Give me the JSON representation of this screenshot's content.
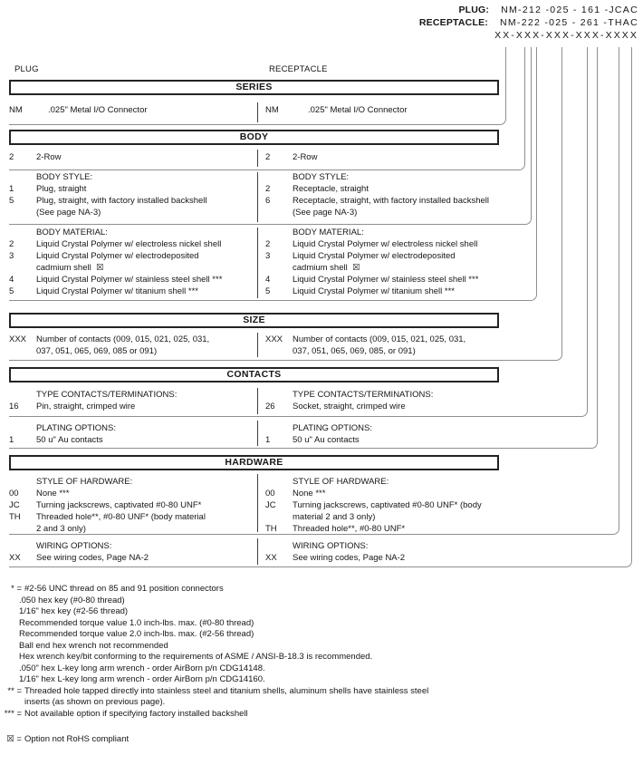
{
  "header": {
    "plug_label": "PLUG:",
    "plug_value": "NM-212 -025 - 161 -JCAC",
    "receptacle_label": "RECEPTACLE:",
    "receptacle_value": "NM-222 -025 - 261 -THAC",
    "mask": "XX-XXX-XXX-XXX-XXXX"
  },
  "columns": {
    "left": "PLUG",
    "right": "RECEPTACLE"
  },
  "series": {
    "title": "SERIES",
    "left": {
      "code": "NM",
      "desc": ".025\" Metal I/O Connector"
    },
    "right": {
      "code": "NM",
      "desc": ".025\" Metal I/O Connector"
    }
  },
  "body": {
    "title": "BODY",
    "row_left_code": "2",
    "row_left_desc": "2-Row",
    "row_right_code": "2",
    "row_right_desc": "2-Row",
    "style_heading": "BODY STYLE:",
    "style_left": [
      {
        "code": "1",
        "desc": "Plug, straight"
      },
      {
        "code": "5",
        "desc": "Plug, straight, with factory installed backshell"
      },
      {
        "code": "",
        "desc": "(See page NA-3)"
      }
    ],
    "style_right": [
      {
        "code": "2",
        "desc": "Receptacle, straight"
      },
      {
        "code": "6",
        "desc": "Receptacle, straight, with factory installed backshell"
      },
      {
        "code": "",
        "desc": "(See page NA-3)"
      }
    ],
    "material_heading": "BODY MATERIAL:",
    "material_left": [
      {
        "code": "2",
        "desc": "Liquid Crystal Polymer w/ electroless nickel shell"
      },
      {
        "code": "3",
        "desc": "Liquid Crystal Polymer w/ electrodeposited"
      },
      {
        "code": "",
        "desc": "cadmium shell  ☒"
      },
      {
        "code": "4",
        "desc": "Liquid Crystal Polymer w/ stainless steel shell ***"
      },
      {
        "code": "5",
        "desc": "Liquid Crystal Polymer w/ titanium shell ***"
      }
    ],
    "material_right": [
      {
        "code": "2",
        "desc": "Liquid Crystal Polymer w/ electroless nickel shell"
      },
      {
        "code": "3",
        "desc": "Liquid Crystal Polymer w/ electrodeposited"
      },
      {
        "code": "",
        "desc": "cadmium shell  ☒"
      },
      {
        "code": "4",
        "desc": "Liquid Crystal Polymer w/ stainless steel shell ***"
      },
      {
        "code": "5",
        "desc": "Liquid Crystal Polymer w/ titanium shell ***"
      }
    ]
  },
  "size": {
    "title": "SIZE",
    "left_code": "XXX",
    "left_line1": "Number of contacts (009, 015, 021, 025, 031,",
    "left_line2": "037, 051, 065, 069, 085 or 091)",
    "right_code": "XXX",
    "right_line1": "Number of contacts (009, 015, 021, 025, 031,",
    "right_line2": "037, 051, 065, 069, 085, or 091)"
  },
  "contacts": {
    "title": "CONTACTS",
    "type_heading": "TYPE CONTACTS/TERMINATIONS:",
    "type_left_code": "16",
    "type_left_desc": "Pin, straight, crimped wire",
    "type_right_code": "26",
    "type_right_desc": "Socket, straight, crimped wire",
    "plating_heading": "PLATING OPTIONS:",
    "plating_left_code": "1",
    "plating_left_desc": "50 u\" Au contacts",
    "plating_right_code": "1",
    "plating_right_desc": "50 u\" Au contacts"
  },
  "hardware": {
    "title": "HARDWARE",
    "style_heading": "STYLE OF HARDWARE:",
    "style_left": [
      {
        "code": "00",
        "desc": "None ***"
      },
      {
        "code": "JC",
        "desc": "Turning jackscrews, captivated #0-80 UNF*"
      },
      {
        "code": "TH",
        "desc": "Threaded hole**, #0-80 UNF* (body material"
      },
      {
        "code": "",
        "desc": "2 and 3 only)"
      }
    ],
    "style_right": [
      {
        "code": "00",
        "desc": "None ***"
      },
      {
        "code": "JC",
        "desc": "Turning jackscrews, captivated #0-80 UNF* (body"
      },
      {
        "code": "",
        "desc": "material 2 and 3 only)"
      },
      {
        "code": "TH",
        "desc": "Threaded hole**, #0-80 UNF*"
      }
    ],
    "wiring_heading": "WIRING OPTIONS:",
    "wiring_left_code": "XX",
    "wiring_left_desc": "See wiring codes, Page NA-2",
    "wiring_right_code": "XX",
    "wiring_right_desc": "See wiring codes, Page NA-2"
  },
  "footnotes": {
    "lines": [
      {
        "marker": "* =",
        "text": "#2-56 UNC thread on 85 and 91 position connectors"
      },
      {
        "marker": "",
        "text": ".050 hex key (#0-80 thread)"
      },
      {
        "marker": "",
        "text": "1/16\" hex key (#2-56 thread)"
      },
      {
        "marker": "",
        "text": "Recommended torque value 1.0 inch-lbs. max. (#0-80 thread)"
      },
      {
        "marker": "",
        "text": "Recommended torque value 2.0 inch-lbs. max. (#2-56 thread)"
      },
      {
        "marker": "",
        "text": "Ball end hex wrench not recommended"
      },
      {
        "marker": "",
        "text": "Hex wrench key/bit conforming to the requirements of ASME / ANSI-B-18.3 is recommended."
      },
      {
        "marker": "",
        "text": ".050\" hex L-key long arm wrench - order AirBorn p/n CDG14148."
      },
      {
        "marker": "",
        "text": "1/16\" hex L-key long arm wrench - order AirBorn p/n CDG14160."
      },
      {
        "marker": "** =",
        "text": "Threaded hole tapped directly into stainless steel and titanium shells, aluminum shells have stainless steel"
      },
      {
        "marker": "",
        "text": "inserts (as shown on previous page)."
      },
      {
        "marker": "*** =",
        "text": "Not available option if specifying factory installed backshell"
      }
    ],
    "rohs": {
      "marker": "☒ =",
      "text": "Option not RoHS compliant"
    }
  }
}
